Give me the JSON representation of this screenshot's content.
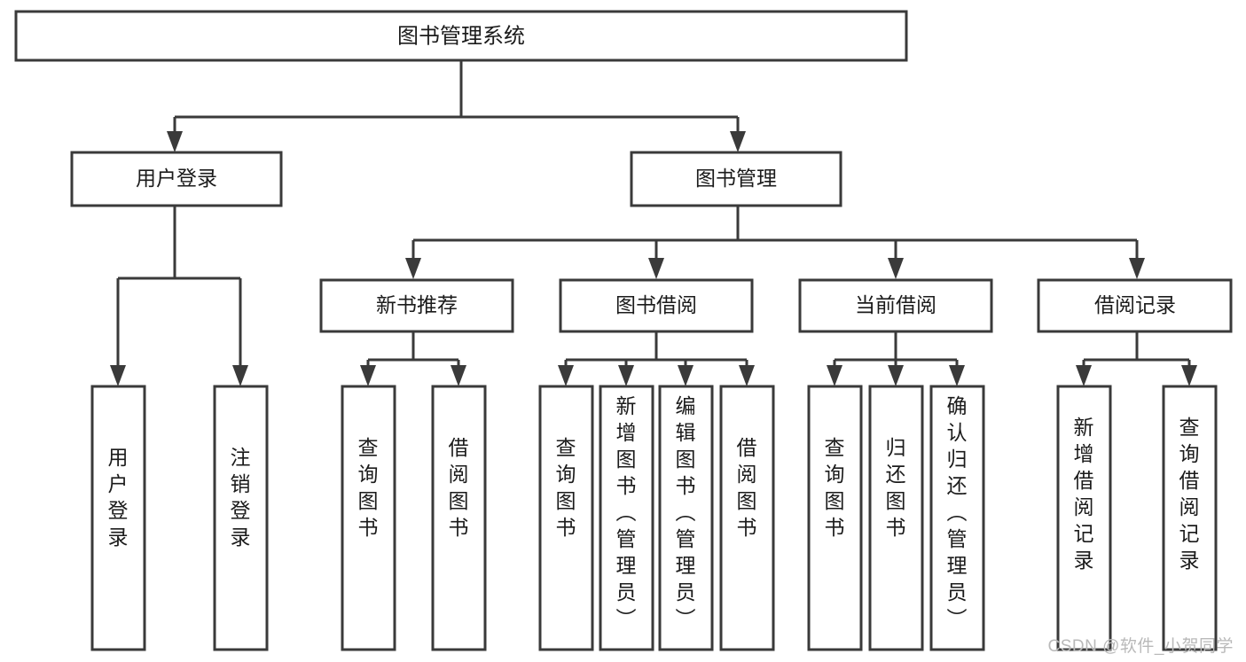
{
  "diagram": {
    "title": "图书管理系统",
    "type": "tree",
    "orientation": "top-down",
    "colors": {
      "box_fill": "#ffffff",
      "box_stroke": "#3a3a3a",
      "connector": "#3a3a3a",
      "text": "#1b1b1b",
      "watermark": "#b9b9b9"
    },
    "root": {
      "label": "图书管理系统"
    },
    "level2": [
      {
        "label": "用户登录"
      },
      {
        "label": "图书管理"
      }
    ],
    "level3": [
      {
        "label": "新书推荐"
      },
      {
        "label": "图书借阅"
      },
      {
        "label": "当前借阅"
      },
      {
        "label": "借阅记录"
      }
    ],
    "leaves": {
      "user_login": [
        {
          "label": "用户登录"
        },
        {
          "label": "注销登录"
        }
      ],
      "new_book_recommend": [
        {
          "label": "查询图书"
        },
        {
          "label": "借阅图书"
        }
      ],
      "book_borrow": [
        {
          "label": "查询图书"
        },
        {
          "label": "新增图书（管理员）"
        },
        {
          "label": "编辑图书（管理员）"
        },
        {
          "label": "借阅图书"
        }
      ],
      "current_borrow": [
        {
          "label": "查询图书"
        },
        {
          "label": "归还图书"
        },
        {
          "label": "确认归还（管理员）"
        }
      ],
      "borrow_record": [
        {
          "label": "新增借阅记录"
        },
        {
          "label": "查询借阅记录"
        }
      ]
    }
  },
  "watermark": {
    "text": "CSDN @软件_小贺同学"
  }
}
